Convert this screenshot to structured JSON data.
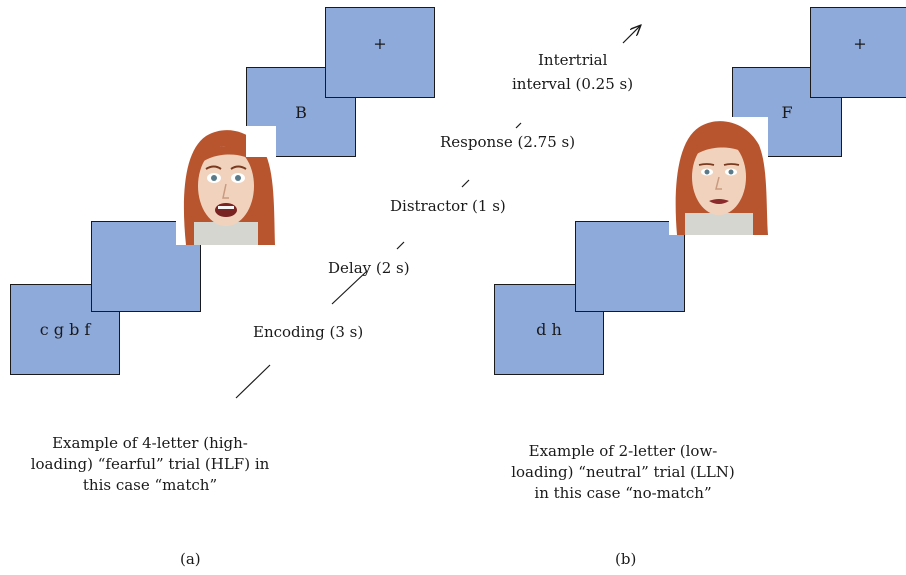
{
  "colors": {
    "screen_fill": "#8eaadb",
    "screen_border": "#1a1a1a",
    "hair": "#b8552e",
    "skin": "#f1d3bd",
    "shirt": "#d6d6d0"
  },
  "panel_a": {
    "encoding_letters": "c g b f",
    "probe_letter": "B",
    "fixation": "+",
    "face_expression": "fearful",
    "caption_lines": [
      "Example of 4-letter (high-",
      "loading) “fearful” trial (HLF) in",
      "this case “match”"
    ],
    "panel_label": "(a)"
  },
  "panel_b": {
    "encoding_letters": "d h",
    "probe_letter": "F",
    "fixation": "+",
    "face_expression": "neutral",
    "caption_lines": [
      "Example of 2-letter (low-",
      "loading) “neutral” trial (LLN)",
      "in this case “no-match”"
    ],
    "panel_label": "(b)"
  },
  "timeline": {
    "encoding": "Encoding (3 s)",
    "delay": "Delay (2 s)",
    "distractor": "Distractor (1 s)",
    "response": "Response (2.75 s)",
    "intertrial_line1": "Intertrial",
    "intertrial_line2": "interval (0.25 s)"
  }
}
